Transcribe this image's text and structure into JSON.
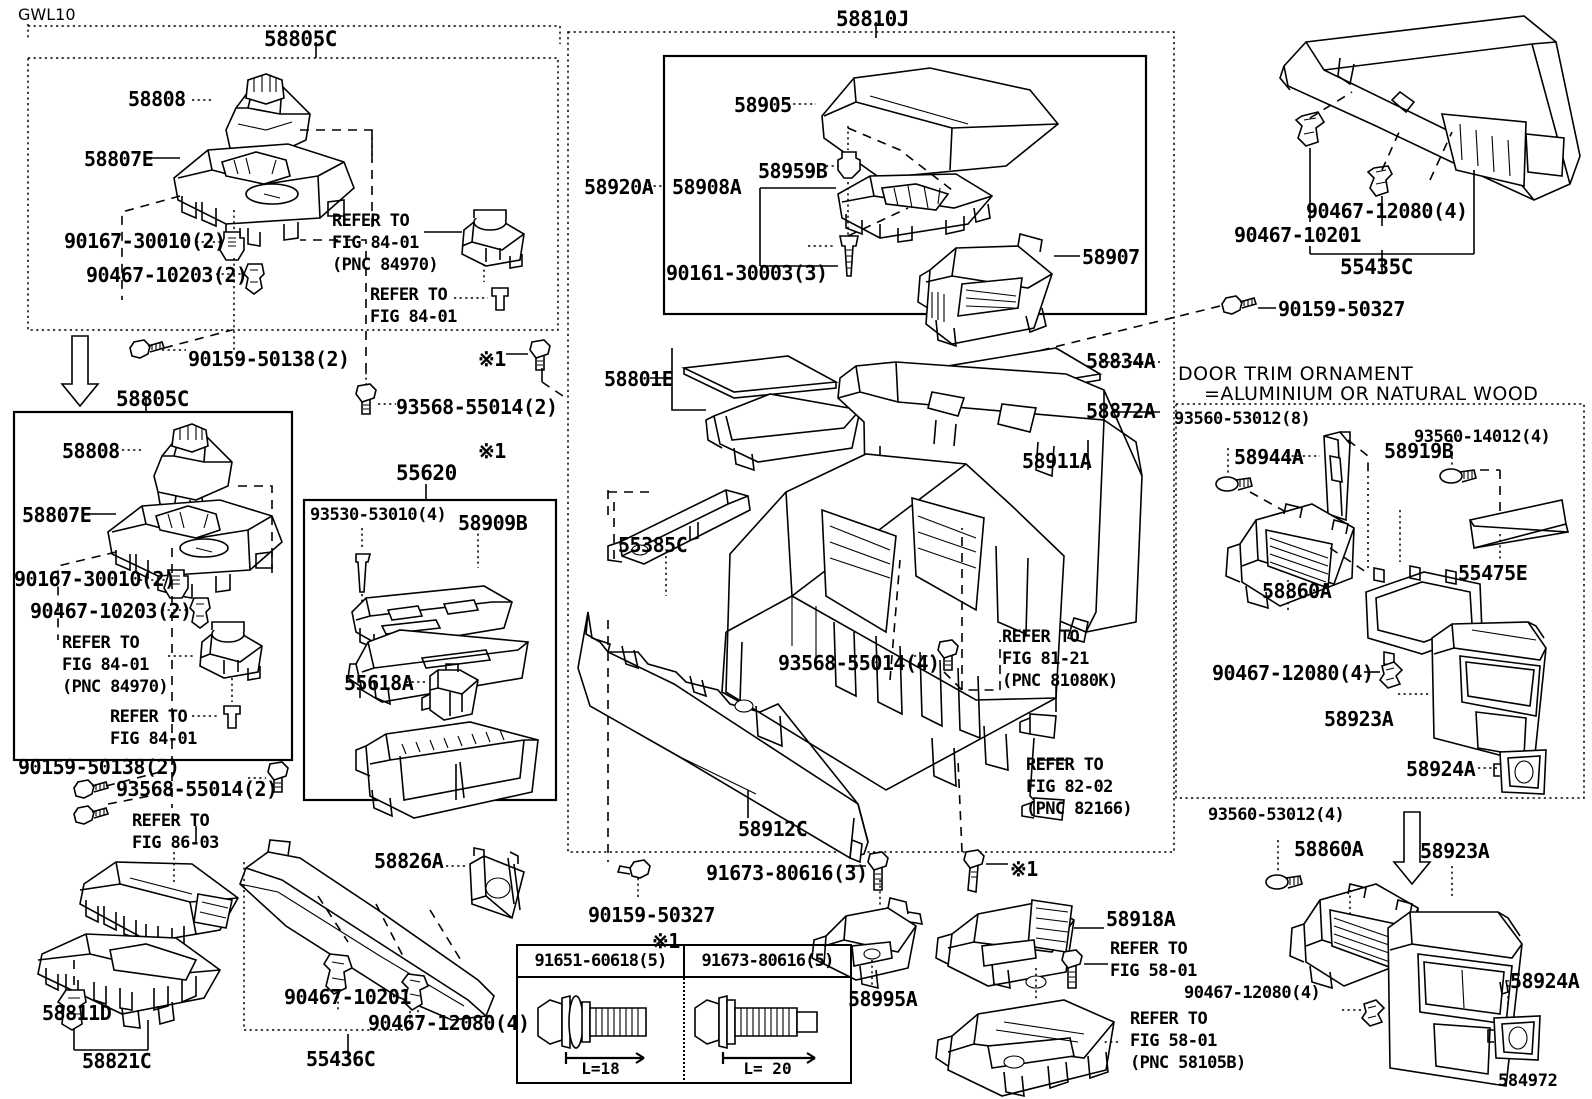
{
  "diagram": {
    "corner_code": "GWL10",
    "figure_number": "584972",
    "door_trim_header_line1": "DOOR TRIM ORNAMENT",
    "door_trim_header_line2": "=ALUMINIUM OR NATURAL WOOD"
  },
  "groups": {
    "shift_upper": "58805C",
    "shift_lower": "58805C",
    "console_box": "58810J",
    "cup_holder": "55620",
    "armrest_assy": "58920A"
  },
  "labels": {
    "g1": {
      "p58808": "58808",
      "p58807E": "58807E",
      "b90167": "90167-30010(2)",
      "b90467": "90467-10203(2)",
      "refer_a1": "REFER TO",
      "refer_a2": "FIG 84-01",
      "refer_a3": "(PNC 84970)",
      "refer_b1": "REFER TO",
      "refer_b2": "FIG 84-01",
      "b90159": "90159-50138(2)"
    },
    "g2": {
      "p58808": "58808",
      "p58807E": "58807E",
      "b90167": "90167-30010(2)",
      "b90467": "90467-10203(2)",
      "refer_a1": "REFER TO",
      "refer_a2": "FIG 84-01",
      "refer_a3": "(PNC 84970)",
      "refer_b1": "REFER TO",
      "refer_b2": "FIG 84-01",
      "b90159": "90159-50138(2)",
      "b93568": "93568-55014(2)",
      "refer_c1": "REFER TO",
      "refer_c2": "FIG 86-03"
    },
    "b93568_top": "93568-55014(2)",
    "star1_a": "※1",
    "star1_b": "※1",
    "star1_c": "※1",
    "star1_d": "※1",
    "cup": {
      "b93530": "93530-53010(4)",
      "p58909B": "58909B",
      "p55618A": "55618A"
    },
    "console": {
      "p58905": "58905",
      "p58908A": "58908A",
      "p58959B": "58959B",
      "b90161": "90161-30003(3)",
      "p58907": "58907",
      "p58801E": "58801E",
      "p58834A": "58834A",
      "p58872A": "58872A",
      "p58911A": "58911A",
      "p55385C": "55385C",
      "b93568_4": "93568-55014(4)",
      "refer_8121_1": "REFER TO",
      "refer_8121_2": "FIG 81-21",
      "refer_8121_3": "(PNC 81080K)",
      "refer_8202_1": "REFER TO",
      "refer_8202_2": "FIG 82-02",
      "refer_8202_3": "(PNC 82166)",
      "p58912C": "58912C",
      "b91673_3": "91673-80616(3)",
      "b90159_50327_bottom": "90159-50327"
    },
    "bottom_left": {
      "p58811D": "58811D",
      "p58821C": "58821C",
      "p58826A": "58826A",
      "p55436C": "55436C",
      "b90467_10201": "90467-10201",
      "b90467_12080": "90467-12080(4)"
    },
    "bottom_center": {
      "p58995A": "58995A",
      "p58918A": "58918A",
      "refer_5801_a1": "REFER TO",
      "refer_5801_a2": "FIG 58-01",
      "refer_5801_b1": "REFER TO",
      "refer_5801_b2": "FIG 58-01",
      "refer_5801_b3": "(PNC 58105B)"
    },
    "right_top": {
      "b90467_12080": "90467-12080(4)",
      "b90467_10201": "90467-10201",
      "p55435C": "55435C",
      "b90159_50327": "90159-50327"
    },
    "trim": {
      "b93560_53012_8": "93560-53012(8)",
      "p58944A": "58944A",
      "p58919B": "58919B",
      "b93560_14012": "93560-14012(4)",
      "p58860A": "58860A",
      "p55475E": "55475E",
      "b90467_12080": "90467-12080(4)",
      "p58923A": "58923A",
      "p58924A": "58924A"
    },
    "right_bottom": {
      "b93560_53012_4": "93560-53012(4)",
      "p58860A": "58860A",
      "p58923A": "58923A",
      "p58924A": "58924A",
      "b90467_12080": "90467-12080(4)"
    }
  },
  "bolt_table": {
    "columns": [
      "91651-60618(5)",
      "91673-80616(5)"
    ],
    "lengths": [
      "L=18",
      "L= 20"
    ]
  }
}
